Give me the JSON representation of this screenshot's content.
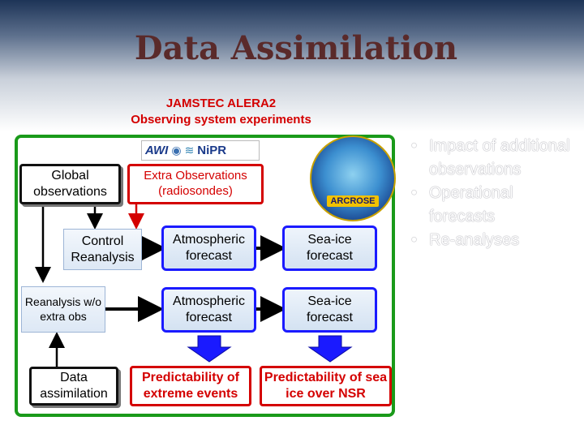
{
  "title": "Data Assimilation",
  "subtitle_line1": "JAMSTEC ALERA2",
  "subtitle_line2": "Observing system experiments",
  "logos": {
    "awi": "AWI",
    "nipr": "NiPR",
    "arcrose": "ARCROSE"
  },
  "boxes": {
    "global_obs": "Global observations",
    "extra_obs_line1": "Extra Observations",
    "extra_obs_line2": "(radiosondes)",
    "control_reanalysis": "Control Reanalysis",
    "reanalysis_wo": "Reanalysis w/o extra obs",
    "data_assimilation": "Data assimilation",
    "atm_forecast_1": "Atmospheric forecast",
    "atm_forecast_2": "Atmospheric forecast",
    "seaice_forecast_1": "Sea-ice forecast",
    "seaice_forecast_2": "Sea-ice forecast",
    "pred_extreme": "Predictability of extreme events",
    "pred_seaice": "Predictability of sea ice over NSR"
  },
  "bullets": [
    "Impact of additional observations",
    "Operational forecasts",
    "Re-analyses"
  ],
  "colors": {
    "title": "#5a2a2a",
    "accent_red": "#d40000",
    "frame_green": "#1a9a1a",
    "forecast_blue": "#1a1aff"
  }
}
